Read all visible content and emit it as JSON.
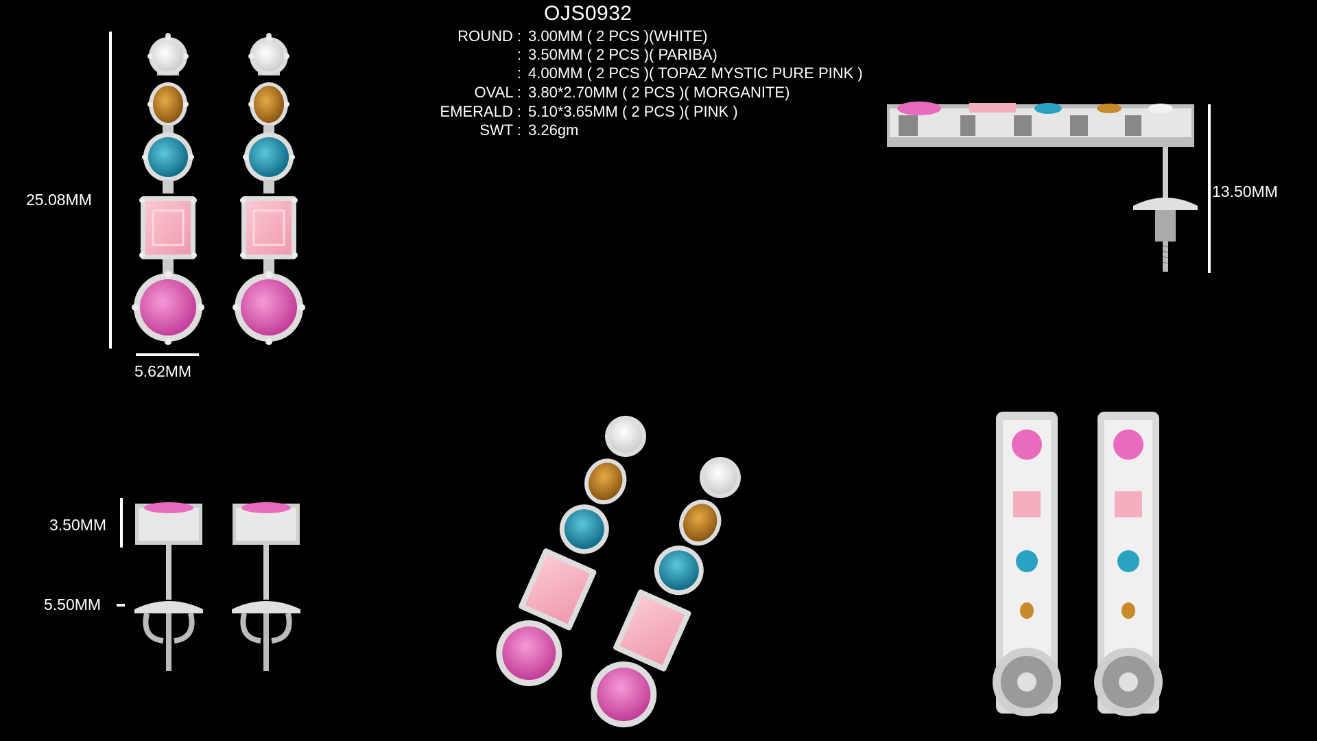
{
  "product": {
    "code": "OJS0932",
    "specs": [
      {
        "label": "ROUND :",
        "value": "3.00MM ( 2 PCS )(WHITE)"
      },
      {
        "label": ":",
        "value": "3.50MM ( 2 PCS )( PARIBA)"
      },
      {
        "label": ":",
        "value": "4.00MM ( 2 PCS )( TOPAZ MYSTIC PURE PINK )"
      },
      {
        "label": "OVAL :",
        "value": "3.80*2.70MM ( 2 PCS )( MORGANITE)"
      },
      {
        "label": "EMERALD :",
        "value": "5.10*3.65MM ( 2 PCS )( PINK )"
      },
      {
        "label": "SWT :",
        "value": "3.26gm"
      }
    ]
  },
  "dimensions": {
    "height": "25.08MM",
    "width": "5.62MM",
    "side_depth": "13.50MM",
    "stud_height": "3.50MM",
    "back_width": "5.50MM"
  },
  "views": [
    {
      "id": "front-view",
      "icon": "earring-front-pair"
    },
    {
      "id": "side-view",
      "icon": "earring-side"
    },
    {
      "id": "top-view",
      "icon": "earring-top-pair"
    },
    {
      "id": "perspective-view",
      "icon": "earring-perspective-pair"
    },
    {
      "id": "back-view",
      "icon": "earring-back-pair"
    }
  ],
  "colors": {
    "background": "#000000",
    "metal": "#d9d9d9",
    "white_stone": "#f2f2f2",
    "morganite": "#c88a2a",
    "paraiba": "#2aa3c2",
    "emerald_pink": "#f5aebd",
    "pink_round": "#e86bc0"
  }
}
